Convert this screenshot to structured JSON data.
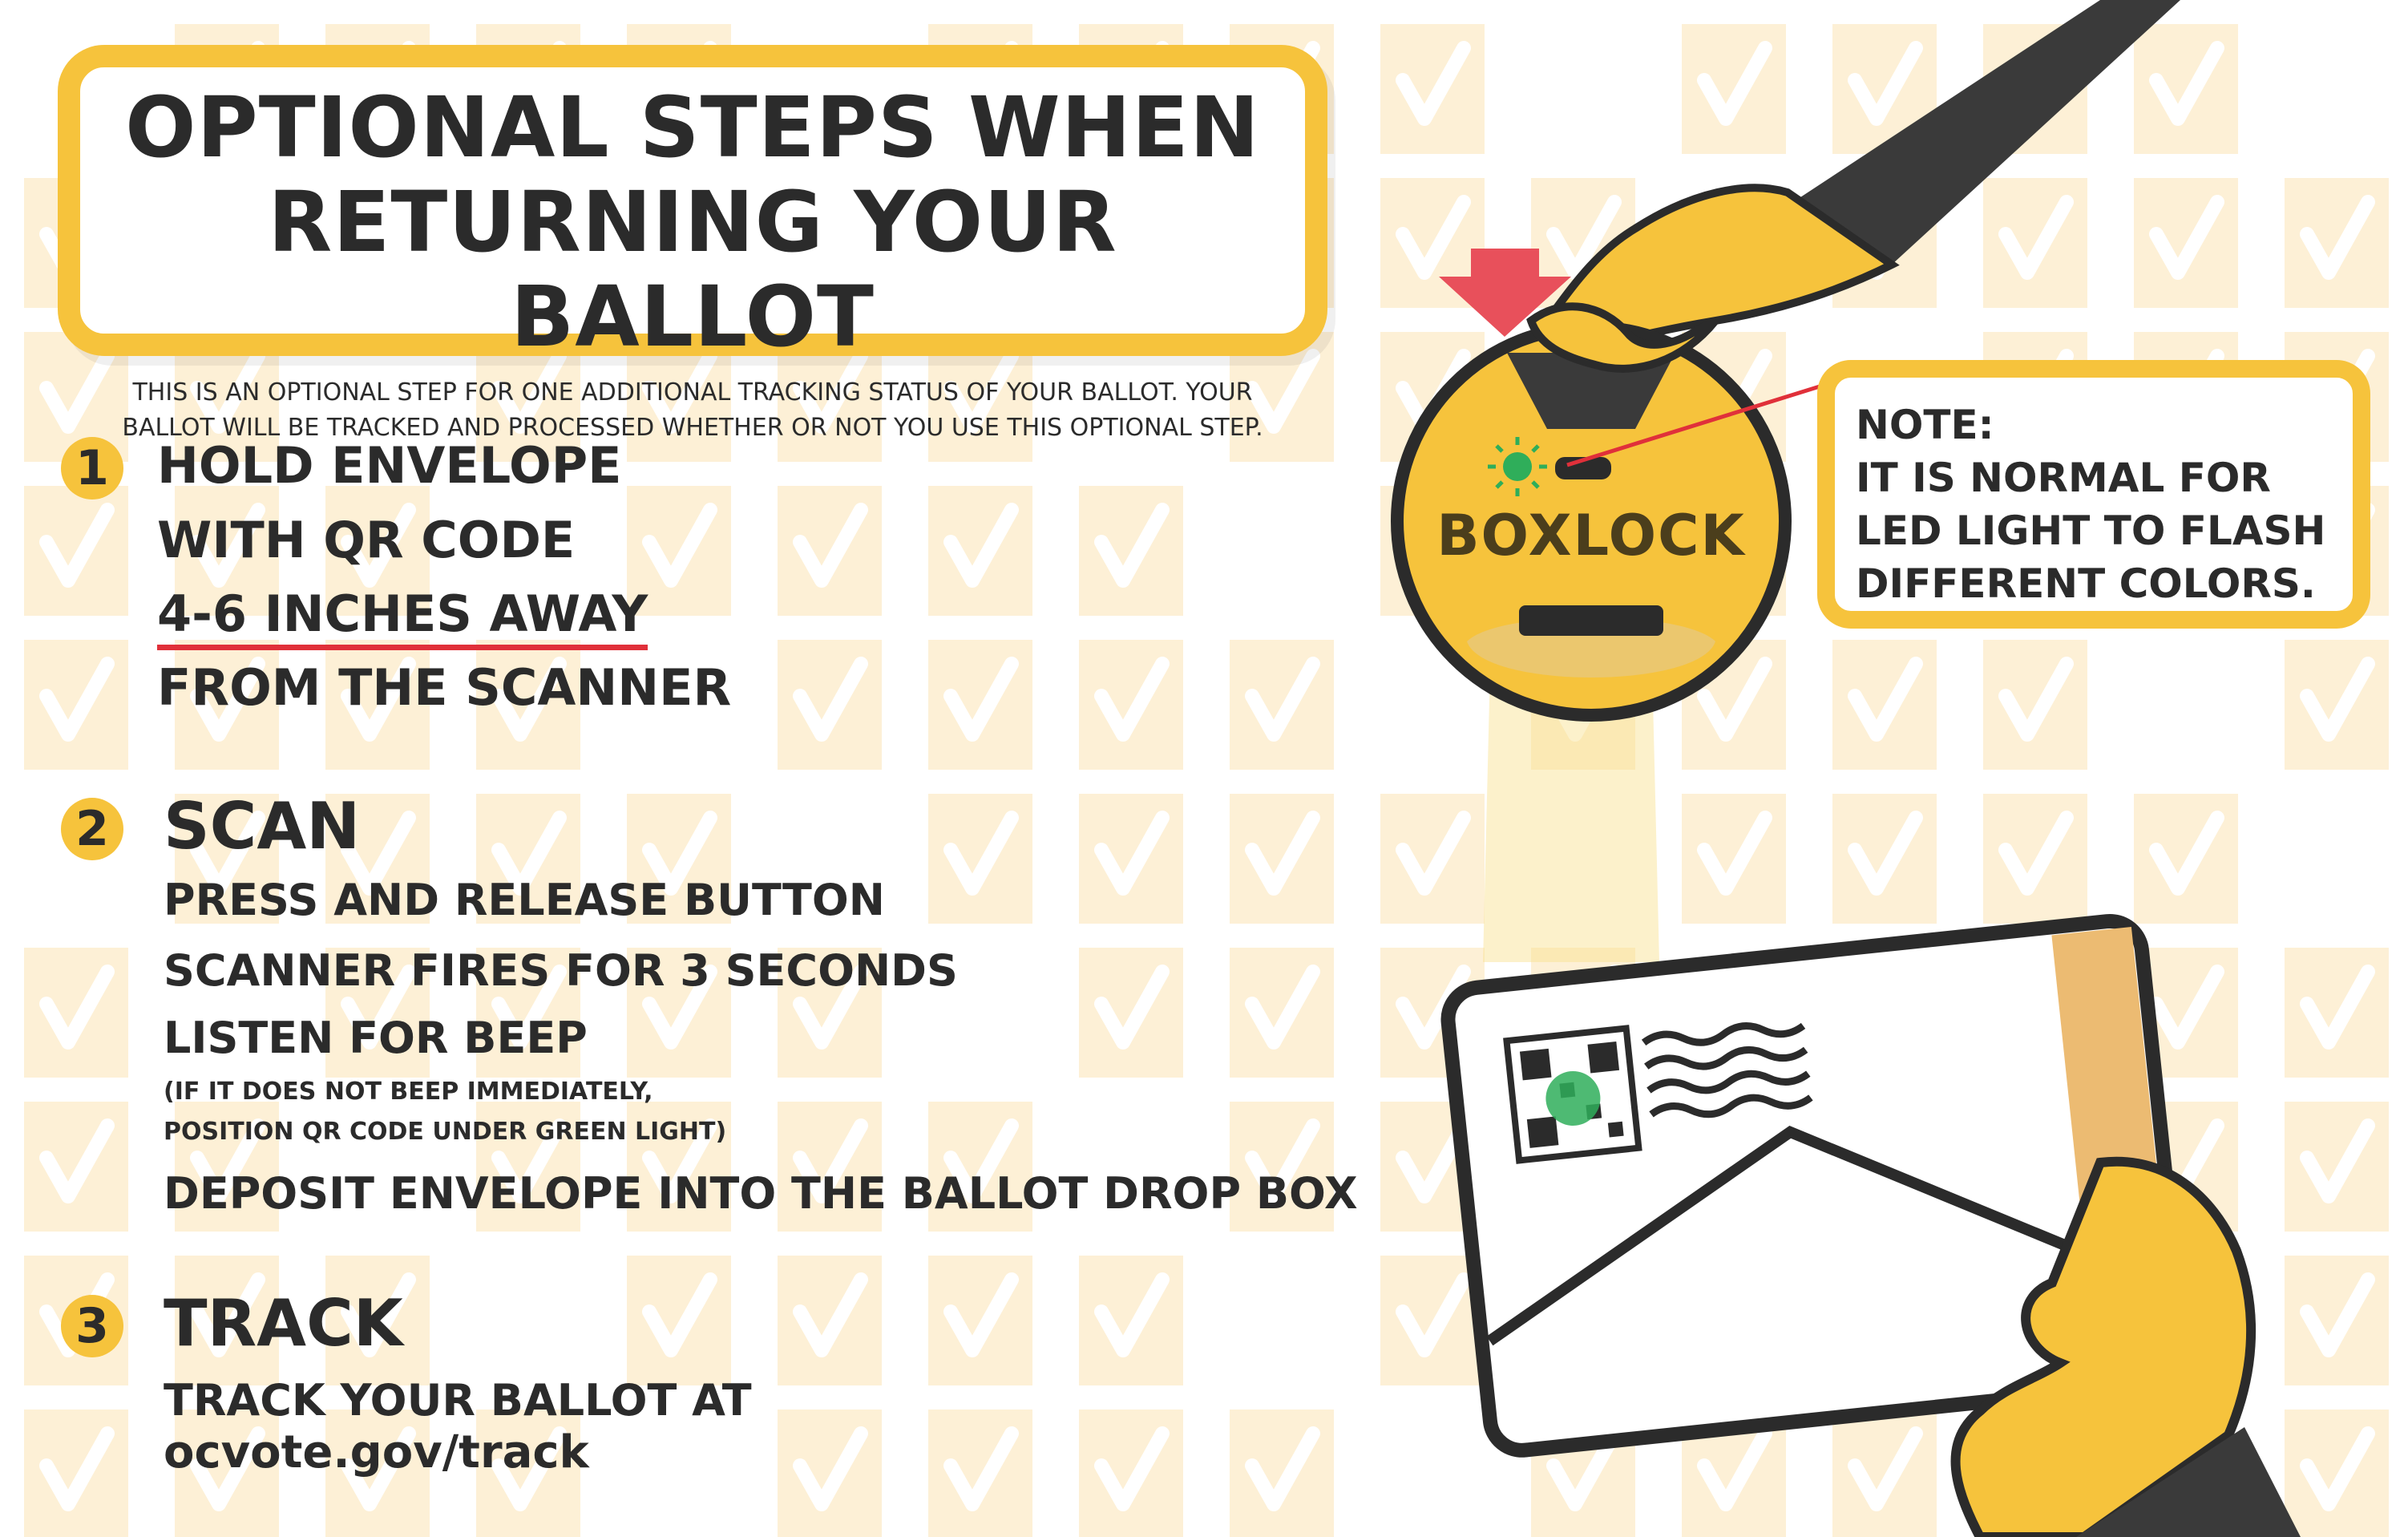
{
  "title": {
    "line1": "OPTIONAL STEPS WHEN",
    "line2": "RETURNING YOUR BALLOT",
    "subtitle_line1": "THIS IS AN OPTIONAL STEP FOR ONE ADDITIONAL TRACKING STATUS OF YOUR BALLOT. YOUR",
    "subtitle_line2": "BALLOT WILL BE TRACKED AND PROCESSED WHETHER OR NOT YOU USE THIS OPTIONAL STEP."
  },
  "step1": {
    "number": "1",
    "lines": [
      "HOLD ENVELOPE",
      "WITH QR CODE",
      "4-6 INCHES AWAY",
      "FROM THE SCANNER"
    ]
  },
  "step2": {
    "number": "2",
    "heading": "SCAN",
    "line1": "PRESS AND RELEASE BUTTON",
    "line2": "SCANNER FIRES FOR 3 SECONDS",
    "line3": "LISTEN FOR BEEP",
    "note1": "(IF IT DOES NOT BEEP IMMEDIATELY,",
    "note2": "POSITION QR CODE UNDER GREEN LIGHT)",
    "line4": "DEPOSIT ENVELOPE INTO THE BALLOT DROP BOX"
  },
  "step3": {
    "number": "3",
    "heading": "TRACK",
    "line1": "TRACK YOUR BALLOT AT",
    "url": "ocvote.gov/track"
  },
  "note": {
    "line1": "NOTE:",
    "line2": "IT IS NORMAL FOR",
    "line3": "LED LIGHT TO FLASH",
    "line4": "DIFFERENT COLORS."
  },
  "device": {
    "brand": "BOXLOCK"
  },
  "colors": {
    "accent_yellow": "#f6c33c",
    "text_dark": "#2b2b2b",
    "arrow_red": "#e8505b",
    "led_green": "#2fae5a",
    "background_check_tile": "#fdf0d6"
  },
  "icons": [
    "checkmark-pattern",
    "down-arrow-icon",
    "led-light-icon",
    "hand-icon",
    "envelope-icon",
    "qr-code-icon"
  ]
}
